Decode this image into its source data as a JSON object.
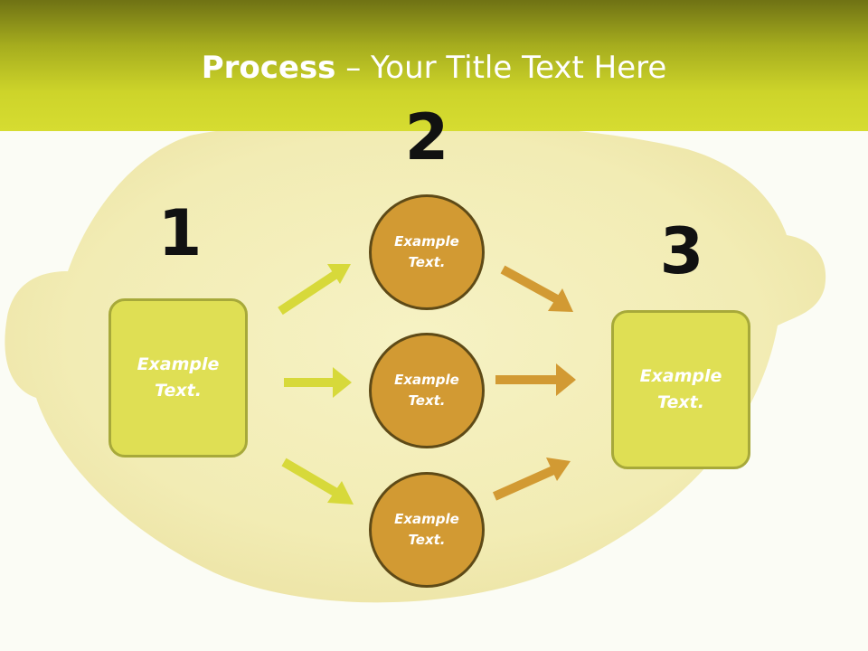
{
  "title": {
    "bold": "Process",
    "rest": " – Your Title Text Here"
  },
  "steps": [
    {
      "number": "1"
    },
    {
      "number": "2"
    },
    {
      "number": "3"
    }
  ],
  "left_box": {
    "line1": "Example",
    "line2": "Text."
  },
  "circles": [
    {
      "line1": "Example",
      "line2": "Text."
    },
    {
      "line1": "Example",
      "line2": "Text."
    },
    {
      "line1": "Example",
      "line2": "Text."
    }
  ],
  "right_box": {
    "line1": "Example",
    "line2": "Text."
  },
  "colors": {
    "header_dark": "#6f7214",
    "header_light": "#d6dc31",
    "box_fill": "#dfdf54",
    "box_border": "#a7a93a",
    "circle_fill": "#d29a33",
    "circle_border": "#5e4a17",
    "arrow_green": "#d7d93a",
    "arrow_orange": "#d29a33",
    "lemon": "#f4efb9"
  }
}
